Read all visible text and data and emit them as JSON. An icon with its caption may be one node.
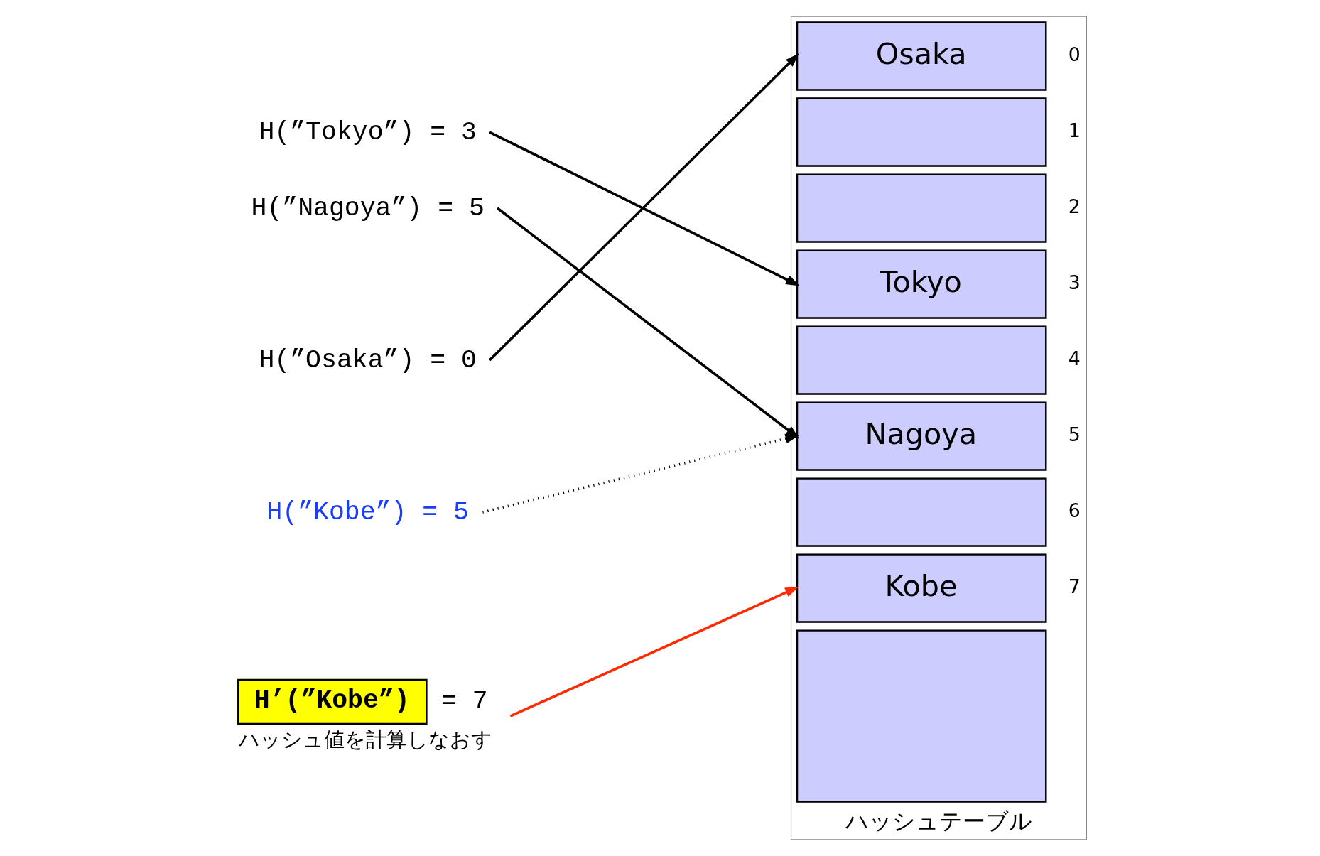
{
  "diagram": {
    "nodes": [
      {
        "text": [
          "H(”Tokyo”) = 3"
        ]
      },
      {
        "text": [
          "H(”Nagoya”) = 5"
        ]
      },
      {
        "text": [
          "H(”Osaka”) = 0"
        ]
      },
      {
        "text": [
          "H(”Kobe”) = 5"
        ]
      },
      {
        "text": [
          "H’(”Kobe”)"
        ],
        "beside": [
          "= 7",
          "ハッシュ値を計算しなおす"
        ]
      },
      {
        "text": [
          "ハッシュテーブル"
        ]
      },
      {
        "text": [
          "Osaka"
        ],
        "in": 5,
        "beside": [
          "0"
        ]
      },
      {
        "text": [],
        "shape": "box",
        "in": 5,
        "beside": [
          "1"
        ]
      },
      {
        "text": [],
        "shape": "box",
        "in": 5,
        "beside": [
          "2"
        ]
      },
      {
        "text": [
          "Tokyo"
        ],
        "in": 5,
        "beside": [
          "3"
        ]
      },
      {
        "text": [],
        "shape": "box",
        "in": 5,
        "beside": [
          "4"
        ]
      },
      {
        "text": [
          "Nagoya"
        ],
        "in": 5,
        "beside": [
          "5"
        ]
      },
      {
        "text": [],
        "shape": "box",
        "in": 5,
        "beside": [
          "6"
        ]
      },
      {
        "text": [
          "Kobe"
        ],
        "in": 5,
        "beside": [
          "7"
        ]
      },
      {
        "text": [],
        "shape": "box",
        "in": 5
      }
    ],
    "edges": [
      {
        "from": 0,
        "to": 9,
        "arrow": "to"
      },
      {
        "from": 1,
        "to": 11,
        "arrow": "to"
      },
      {
        "from": 2,
        "to": 6,
        "arrow": "to"
      },
      {
        "from": 3,
        "to": 11,
        "arrow": "to",
        "style": "dashed"
      },
      {
        "from": 4,
        "to": 13,
        "arrow": "to",
        "color": "#ff2a00"
      }
    ]
  }
}
